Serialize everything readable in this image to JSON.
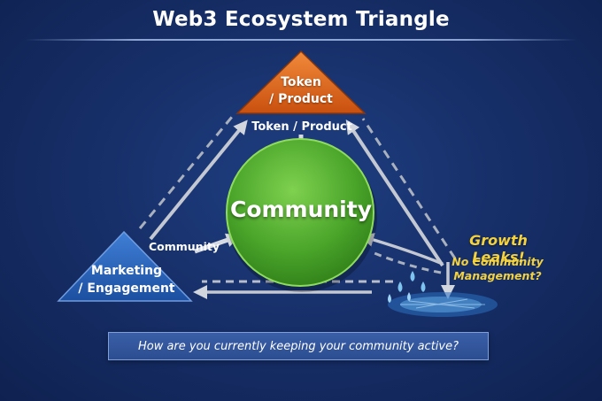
{
  "title": "Web3 Ecosystem Triangle",
  "nodes": {
    "token": {
      "line1": "Token",
      "line2": "/ Product",
      "color": "#e0661c"
    },
    "marketing": {
      "line1": "Marketing",
      "line2": "/ Engagement",
      "color": "#2a62b8"
    },
    "community": {
      "label": "Community",
      "color": "#4fae2e"
    }
  },
  "edges": {
    "top_label": "Token / Product",
    "left_label": "Community"
  },
  "leak": {
    "title": "Growth Leaks!",
    "subtitle_line1": "No Community",
    "subtitle_line2": "Management?",
    "text_color": "#f4d23e",
    "drop_color": "#7fc3f0"
  },
  "question": "How are you currently keeping your community active?"
}
